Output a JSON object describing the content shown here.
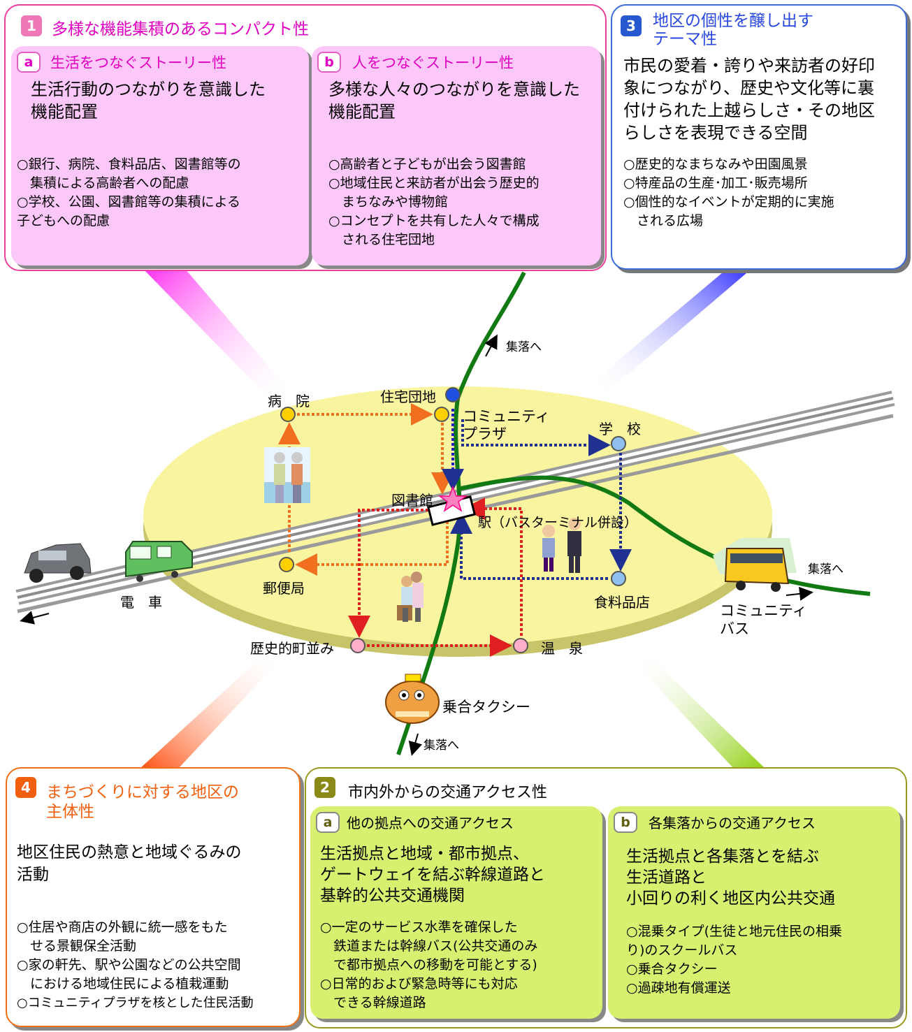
{
  "section1": {
    "num": "1",
    "title": "多様な機能集積のあるコンパクト性",
    "a": {
      "badge": "a",
      "title": "生活をつなぐストーリー性",
      "heading": [
        "生活行動のつながりを意識した",
        "機能配置"
      ],
      "items": [
        "○銀行、病院、食料品店、図書館等の",
        "　集積による高齢者への配慮",
        "○学校、公園、図書館等の集積による",
        "子どもへの配慮"
      ]
    },
    "b": {
      "badge": "b",
      "title": "人をつなぐストーリー性",
      "heading": [
        "多様な人々のつながりを意識した",
        "機能配置"
      ],
      "items": [
        "○高齢者と子どもが出会う図書館",
        "○地域住民と来訪者が出会う歴史的",
        "　まちなみや博物館",
        "○コンセプトを共有した人々で構成",
        "　される住宅団地"
      ]
    }
  },
  "section3": {
    "num": "3",
    "title": [
      "地区の個性を醸し出す",
      "テーマ性"
    ],
    "heading": [
      "市民の愛着・誇りや来訪者の好印",
      "象につながり、歴史や文化等に裏",
      "付けられた上越らしさ・その地区",
      "らしさを表現できる空間"
    ],
    "items": [
      "○歴史的なまちなみや田園風景",
      "○特産品の生産･加工･販売場所",
      "○個性的なイベントが定期的に実施",
      "　される広場"
    ]
  },
  "section4": {
    "num": "4",
    "title": [
      "まちづくりに対する地区の",
      "主体性"
    ],
    "heading": [
      "地区住民の熱意と地域ぐるみの",
      "活動"
    ],
    "items": [
      "○住居や商店の外観に統一感をもた",
      "　せる景観保全活動",
      "○家の軒先、駅や公園などの公共空間",
      "　における地域住民による植栽運動",
      "○コミュニティプラザを核とした住民活動"
    ]
  },
  "section2": {
    "num": "2",
    "title": "市内外からの交通アクセス性",
    "a": {
      "badge": "a",
      "title": "他の拠点への交通アクセス",
      "heading": [
        "生活拠点と地域・都市拠点、",
        "ゲートウェイを結ぶ幹線道路と",
        "基幹的公共交通機関"
      ],
      "items": [
        "○一定のサービス水準を確保した",
        "　鉄道または幹線バス(公共交通のみ",
        "　で都市拠点への移動を可能とする)",
        "○日常的および緊急時等にも対応",
        "　できる幹線道路"
      ]
    },
    "b": {
      "badge": "b",
      "title": "各集落からの交通アクセス",
      "heading": [
        "生活拠点と各集落とを結ぶ",
        "生活道路と",
        "小回りの利く地区内公共交通"
      ],
      "items": [
        "○混乗タイプ(生徒と地元住民の相乗",
        "り)のスクールバス",
        "○乗合タクシー",
        "○過疎地有償運送"
      ]
    }
  },
  "map": {
    "hospital": "病　院",
    "housing": "住宅団地",
    "community_plaza": [
      "コミュニティ",
      "プラザ"
    ],
    "school": "学　校",
    "library": "図書館",
    "station": "駅（バスターミナル併設）",
    "post_office": "郵便局",
    "grocery": "食料品店",
    "history_town": "歴史的町並み",
    "hot_spring": "温　泉",
    "train": "電　車",
    "taxi": "乗合タクシー",
    "community_bus": [
      "コミュニティ",
      "バス"
    ],
    "to_village_top": "集落へ",
    "to_village_right": "集落へ",
    "to_village_bottom": "集落へ"
  },
  "colors": {
    "pink": "#e8409c",
    "pink_fill": "#fcc8fa",
    "blue": "#3c6cd8",
    "orange": "#f07018",
    "olive": "#9a9a1e",
    "green_fill": "#d8f070",
    "ellipse": "#f8f4a0"
  }
}
